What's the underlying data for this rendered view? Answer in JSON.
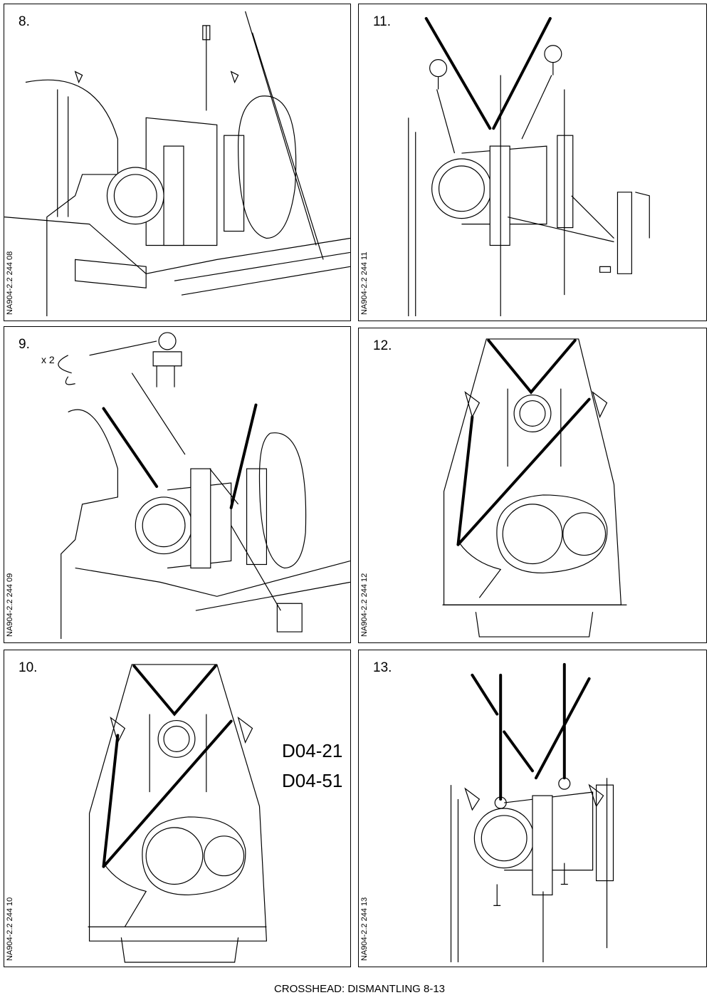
{
  "panels": [
    {
      "step": "8.",
      "ref": "NA904-2.2 244 08"
    },
    {
      "step": "9.",
      "ref": "NA904-2.2 244 09",
      "quantity": "x 2"
    },
    {
      "step": "10.",
      "ref": "NA904-2.2 244 10",
      "codes": [
        "D04-21",
        "D04-51"
      ]
    },
    {
      "step": "11.",
      "ref": "NA904-2.2 244 11"
    },
    {
      "step": "12.",
      "ref": "NA904-2.2 244 12"
    },
    {
      "step": "13.",
      "ref": "NA904-2.2 244 13"
    }
  ],
  "caption": "CROSSHEAD: DISMANTLING 8-13"
}
